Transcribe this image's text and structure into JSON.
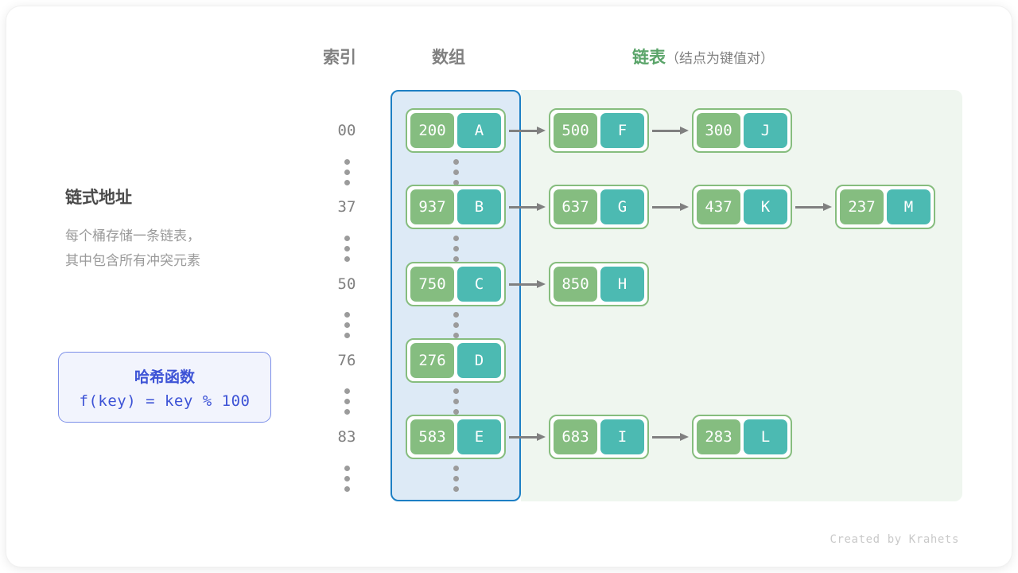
{
  "headers": {
    "index": "索引",
    "array": "数组",
    "list": "链表",
    "list_note": "（结点为键值对）"
  },
  "description": {
    "title": "链式地址",
    "line1": "每个桶存储一条链表，",
    "line2": "其中包含所有冲突元素"
  },
  "hash_function": {
    "title": "哈希函数",
    "formula": "f(key) = key % 100"
  },
  "colors": {
    "key_box": "#85bd80",
    "value_box": "#4cbab2",
    "node_border": "#86bd7e",
    "array_region_bg": "#ddeaf6",
    "array_region_border": "#1d7fc4",
    "list_region_bg": "#eff6ef",
    "arrow": "#808080",
    "accent_green": "#5aa469",
    "accent_blue": "#3d53d6",
    "label_gray": "#808080"
  },
  "buckets": [
    {
      "index": "00",
      "bucket_node": {
        "key": "200",
        "value": "A"
      },
      "chain": [
        {
          "key": "500",
          "value": "F"
        },
        {
          "key": "300",
          "value": "J"
        }
      ]
    },
    {
      "index": "37",
      "bucket_node": {
        "key": "937",
        "value": "B"
      },
      "chain": [
        {
          "key": "637",
          "value": "G"
        },
        {
          "key": "437",
          "value": "K"
        },
        {
          "key": "237",
          "value": "M"
        }
      ]
    },
    {
      "index": "50",
      "bucket_node": {
        "key": "750",
        "value": "C"
      },
      "chain": [
        {
          "key": "850",
          "value": "H"
        }
      ]
    },
    {
      "index": "76",
      "bucket_node": {
        "key": "276",
        "value": "D"
      },
      "chain": []
    },
    {
      "index": "83",
      "bucket_node": {
        "key": "583",
        "value": "E"
      },
      "chain": [
        {
          "key": "683",
          "value": "I"
        },
        {
          "key": "283",
          "value": "L"
        }
      ]
    }
  ],
  "ellipsis_symbol": "⋮",
  "footer": {
    "credit": "Created by Krahets"
  }
}
